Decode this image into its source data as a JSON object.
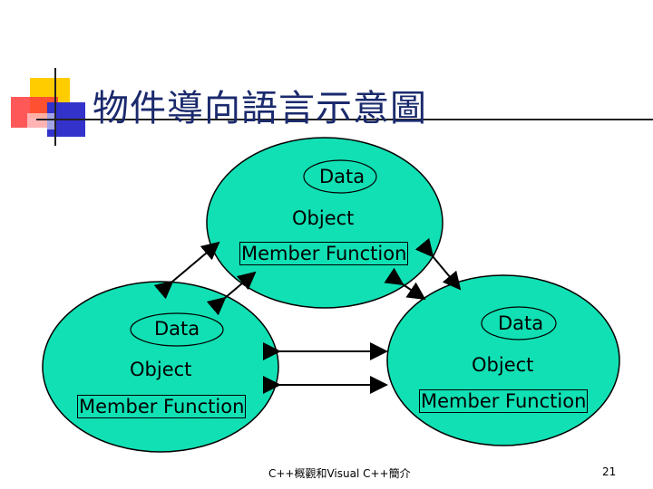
{
  "title": "物件導向語言示意圖",
  "colors": {
    "object_fill": "#11e0b4",
    "title": "#1a2a6c"
  },
  "objects": [
    {
      "data_label": "Data",
      "object_label": "Object",
      "member_label": "Member Function"
    },
    {
      "data_label": "Data",
      "object_label": "Object",
      "member_label": "Member Function"
    },
    {
      "data_label": "Data",
      "object_label": "Object",
      "member_label": "Member Function"
    }
  ],
  "footer": {
    "text": "C++概觀和Visual C++簡介",
    "page": "21"
  }
}
